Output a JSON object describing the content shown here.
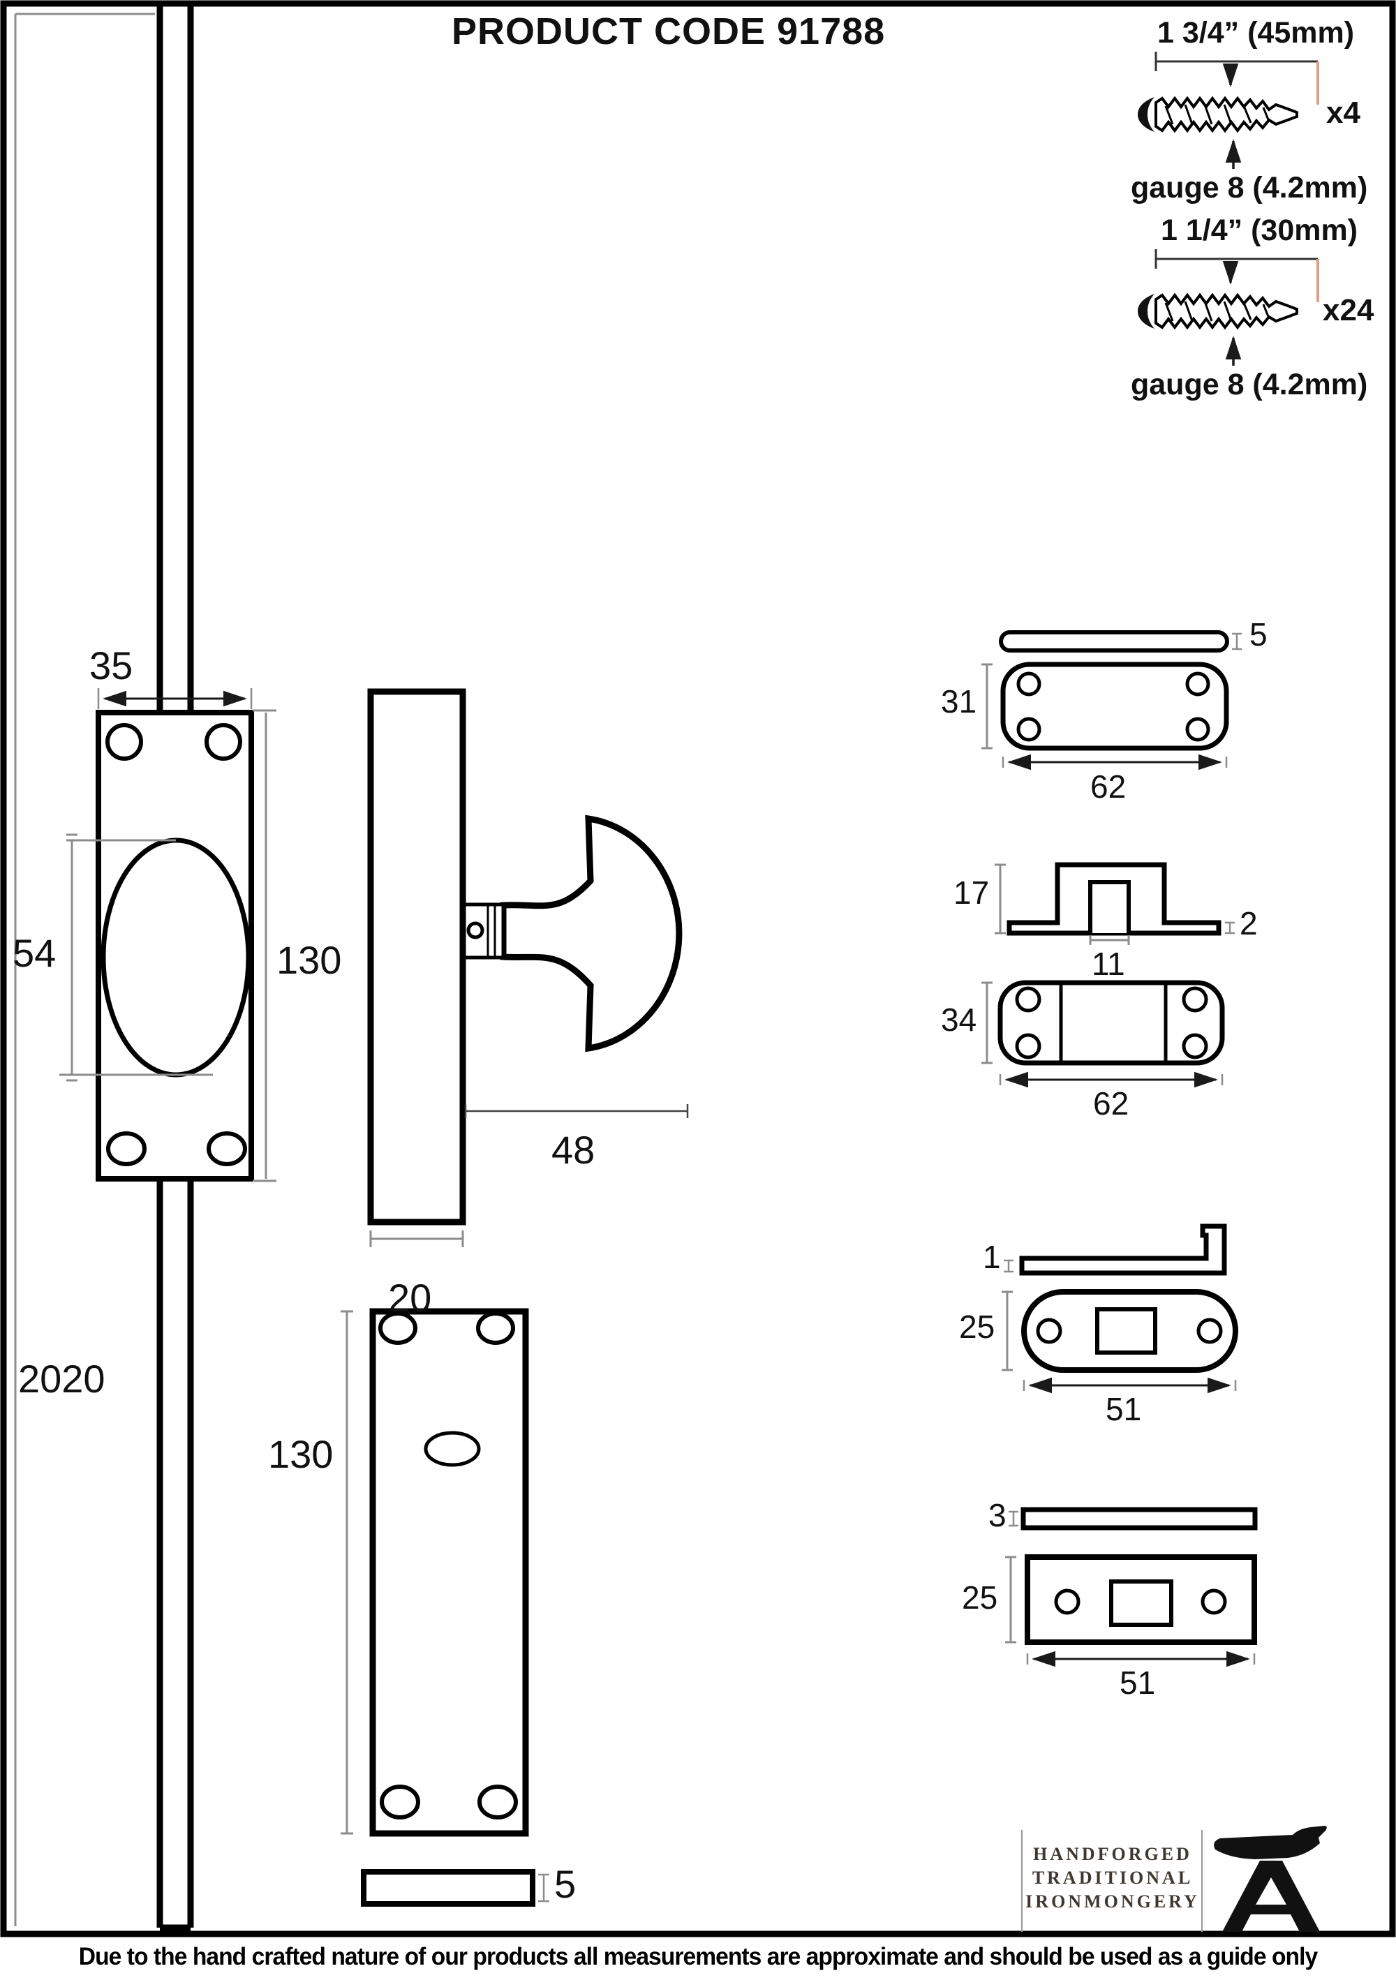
{
  "page": {
    "title": "PRODUCT CODE 91788",
    "disclaimer": "Due to the hand crafted nature of our products all measurements are approximate and should be used as a guide only"
  },
  "colors": {
    "line": "#000000",
    "dim_line": "#8c8c8c",
    "accent_bracket": "#d9a18c",
    "logo_ink": "#3f3831"
  },
  "screws": {
    "screw1": {
      "length": "1 3/4” (45mm)",
      "qty": "x4",
      "gauge": "gauge 8 (4.2mm)"
    },
    "screw2": {
      "length": "1 1/4” (30mm)",
      "qty": "x24",
      "gauge": "gauge 8 (4.2mm)"
    }
  },
  "bolt_front": {
    "plate_width": "35",
    "oval_height": "54",
    "plate_height": "130",
    "rod_length": "2020"
  },
  "bolt_side": {
    "depth": "20",
    "knob_projection": "48"
  },
  "faceplate": {
    "height": "130",
    "thickness": "5"
  },
  "cover_plate": {
    "thickness": "5",
    "height": "31",
    "width": "62"
  },
  "guide": {
    "height": "17",
    "thickness": "2",
    "slot_width": "11",
    "plate_height": "34",
    "plate_width": "62"
  },
  "hooked_keep": {
    "thickness": "1",
    "height": "25",
    "width": "51"
  },
  "flat_keep": {
    "thickness": "3",
    "height": "25",
    "width": "51"
  },
  "logo": {
    "line1": "HANDFORGED",
    "line2": "TRADITIONAL",
    "line3": "IRONMONGERY"
  }
}
